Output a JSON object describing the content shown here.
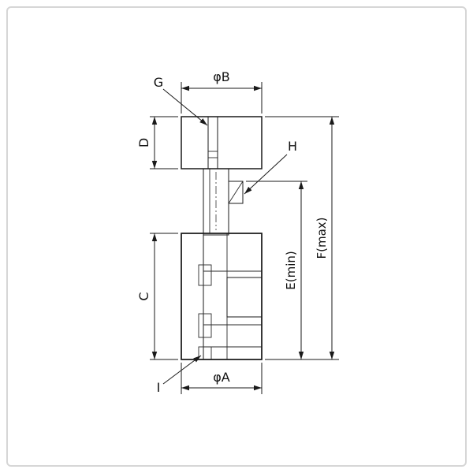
{
  "page": {
    "background": "#ffffff",
    "frame_color": "#d6d6d6"
  },
  "drawing": {
    "type": "technical-drawing",
    "view": "sectioned knurled knob with stem and knurled lower body",
    "labels": {
      "g": "G",
      "phi_b": "φB",
      "d": "D",
      "h": "H",
      "c": "C",
      "e_min": "E(min)",
      "f_max": "F(max)",
      "phi_a": "φA",
      "i": "I"
    },
    "colors": {
      "body_fill": "#d8edf4",
      "knurl_fill": "#eef6f9",
      "section_fill": "#ffffff",
      "line": "#1a1a1a",
      "hatch_line": "#4a4a4a"
    }
  }
}
